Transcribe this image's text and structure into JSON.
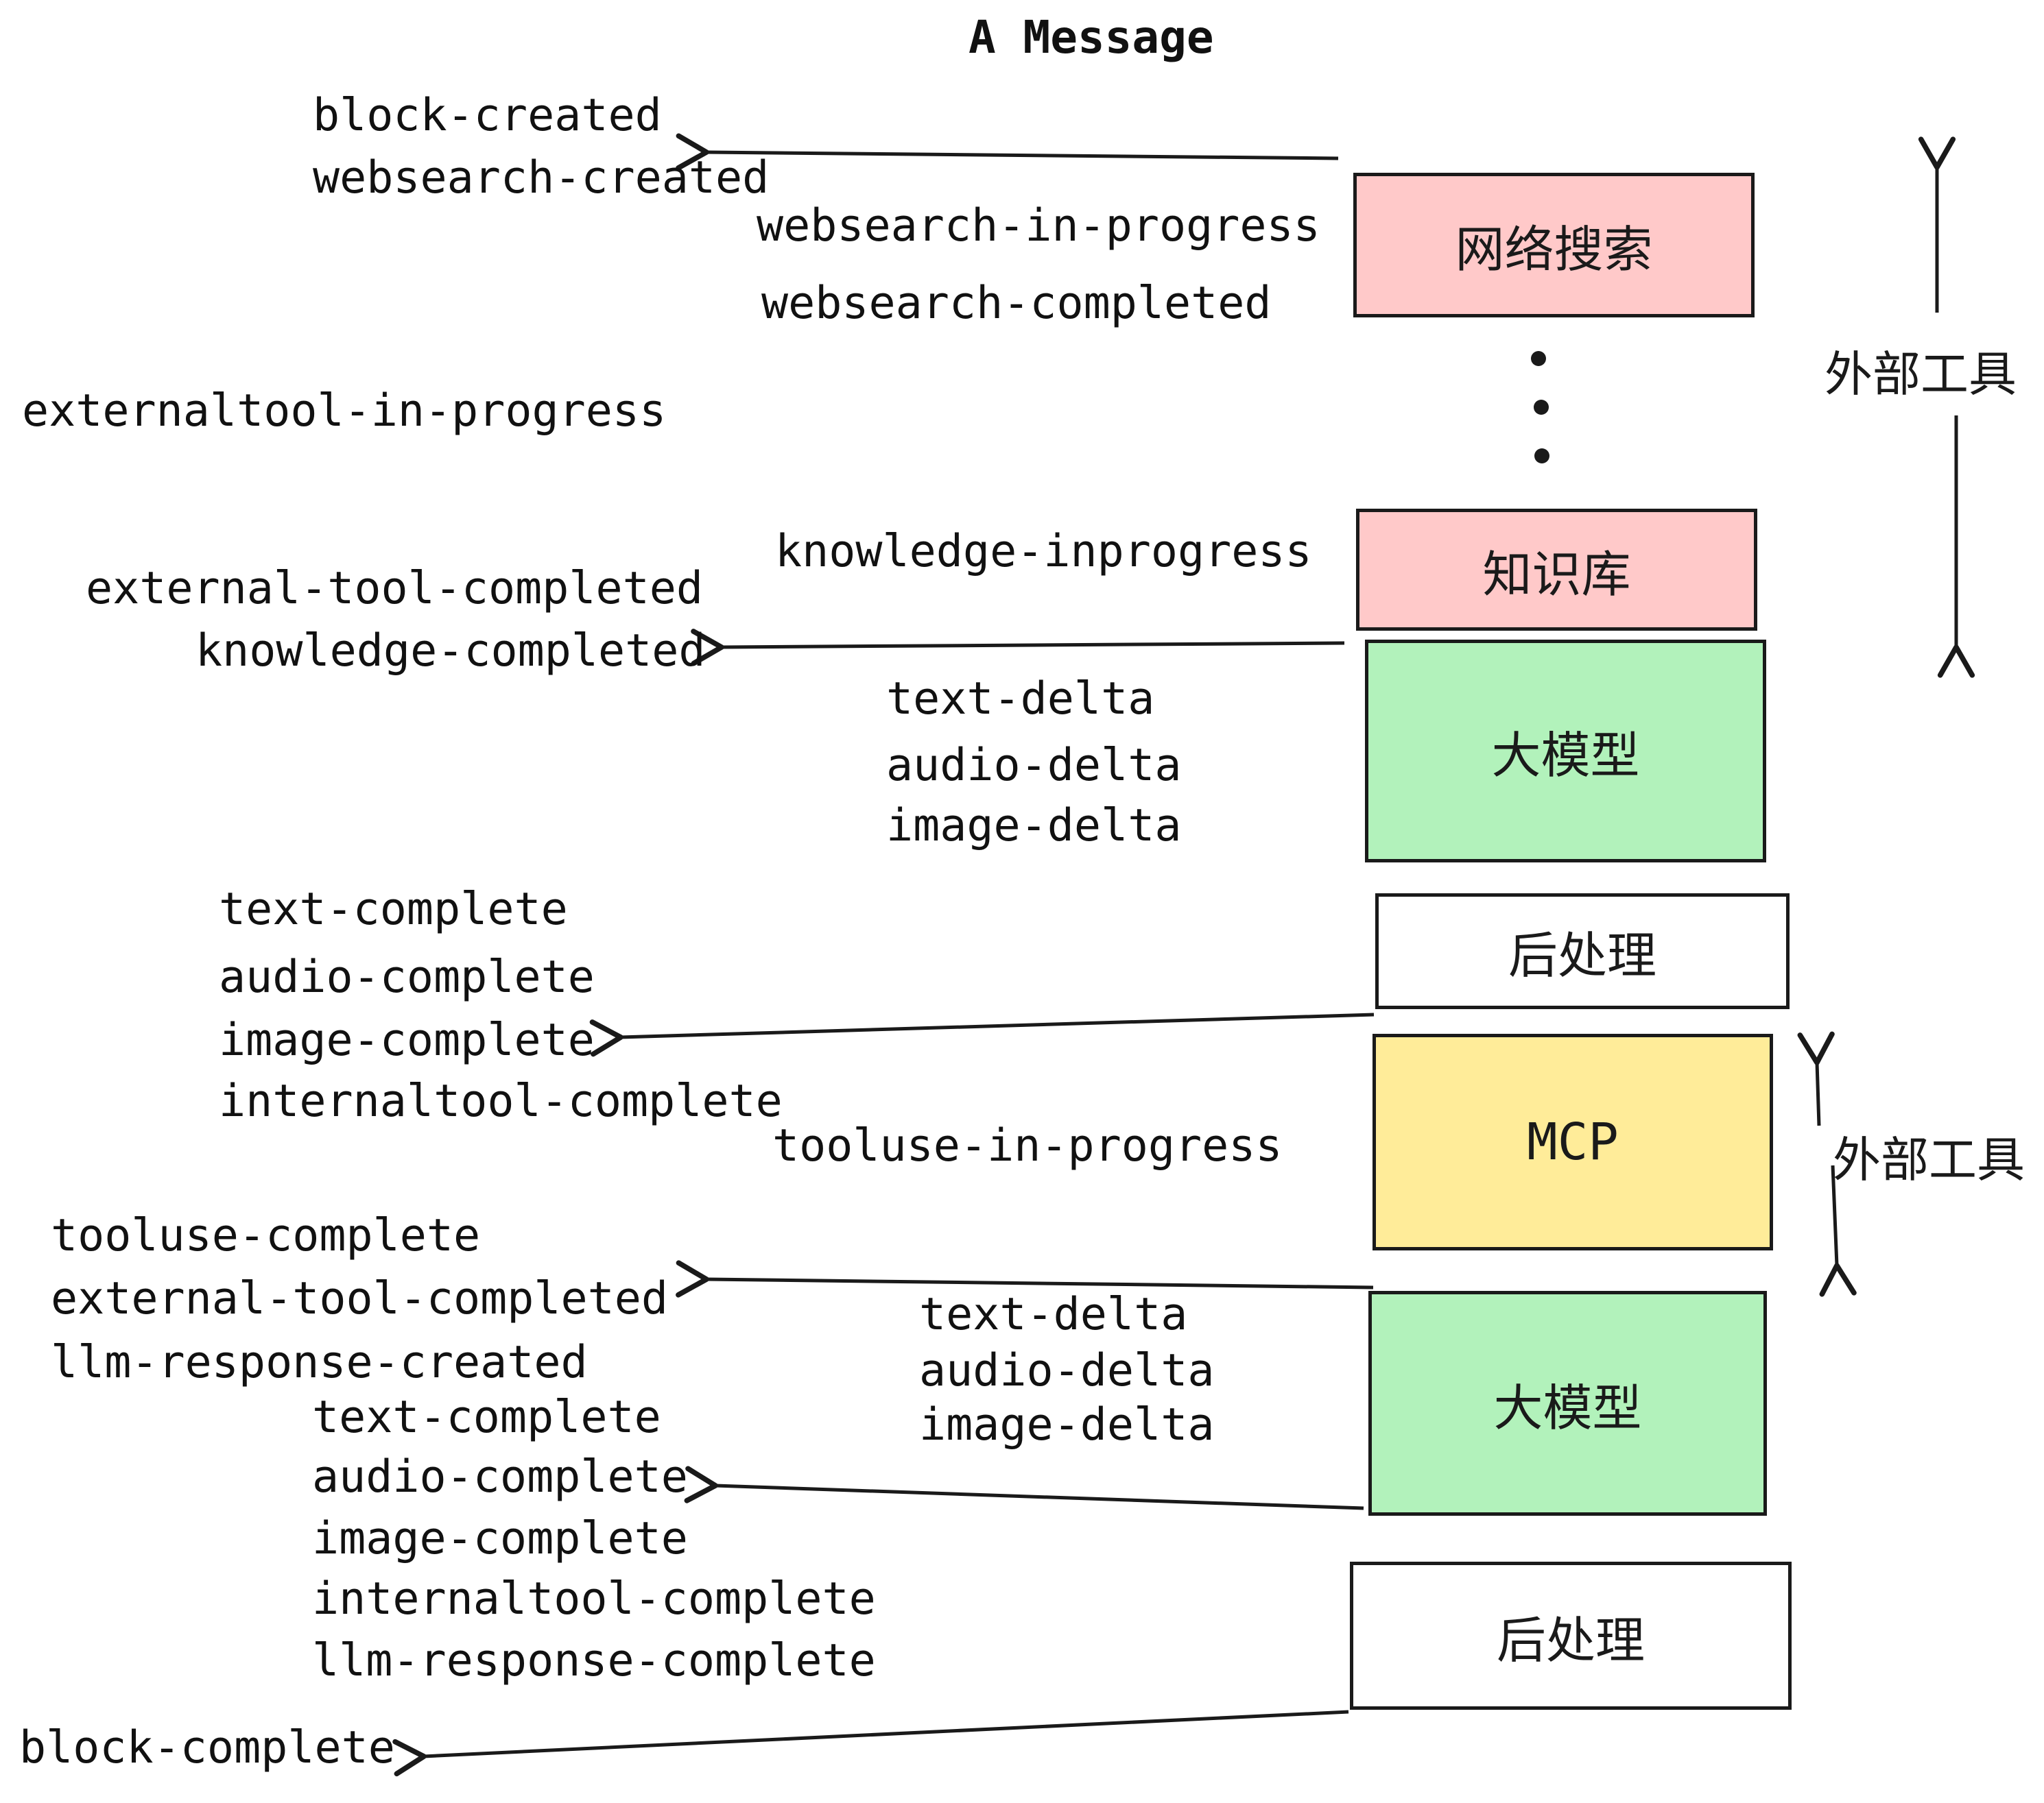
{
  "title": "A Message",
  "boxes": [
    {
      "id": "websearch",
      "label": "网络搜索",
      "fill": "#ffc9c9"
    },
    {
      "id": "knowledge",
      "label": "知识库",
      "fill": "#ffc9c9"
    },
    {
      "id": "llm1",
      "label": "大模型",
      "fill": "#b2f2bb"
    },
    {
      "id": "post1",
      "label": "后处理",
      "fill": "#ffffff"
    },
    {
      "id": "mcp",
      "label": "MCP",
      "fill": "#ffec99"
    },
    {
      "id": "llm2",
      "label": "大模型",
      "fill": "#b2f2bb"
    },
    {
      "id": "post2",
      "label": "后处理",
      "fill": "#ffffff"
    }
  ],
  "side_labels": {
    "external_tools_top": "外部工具",
    "external_tools_bottom": "外部工具"
  },
  "events": {
    "block_created": "block-created",
    "websearch_created": "websearch-created",
    "websearch_in_progress": "websearch-in-progress",
    "websearch_completed": "websearch-completed",
    "externaltool_in_progress": "externaltool-in-progress",
    "knowledge_inprogress": "knowledge-inprogress",
    "external_tool_completed_1": "external-tool-completed",
    "knowledge_completed": "knowledge-completed",
    "text_delta_1": "text-delta",
    "audio_delta_1": "audio-delta",
    "image_delta_1": "image-delta",
    "text_complete_1": "text-complete",
    "audio_complete_1": "audio-complete",
    "image_complete_1": "image-complete",
    "internaltool_complete_1": "internaltool-complete",
    "tooluse_in_progress": "tooluse-in-progress",
    "tooluse_complete": "tooluse-complete",
    "external_tool_completed_2": "external-tool-completed",
    "llm_response_created": "llm-response-created",
    "text_delta_2": "text-delta",
    "audio_delta_2": "audio-delta",
    "image_delta_2": "image-delta",
    "text_complete_2": "text-complete",
    "audio_complete_2": "audio-complete",
    "image_complete_2": "image-complete",
    "internaltool_complete_2": "internaltool-complete",
    "llm_response_complete": "llm-response-complete",
    "block_complete": "block-complete"
  },
  "colors": {
    "stroke": "#1a1a1a",
    "text": "#111111",
    "pink": "#ffc9c9",
    "green": "#b2f2bb",
    "yellow": "#ffec99",
    "white": "#ffffff"
  }
}
